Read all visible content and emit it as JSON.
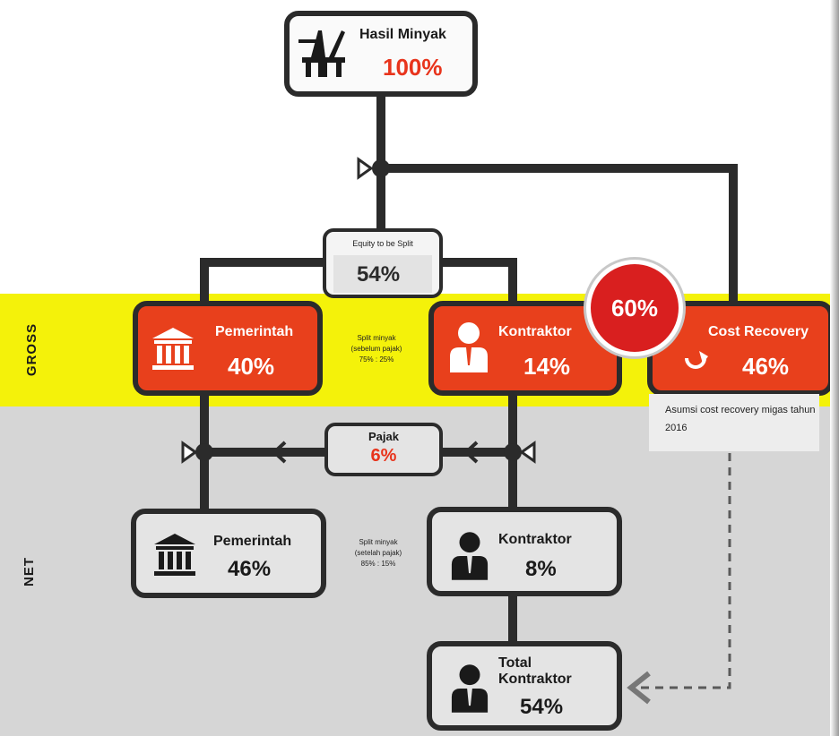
{
  "labels": {
    "gross": "GROSS",
    "net": "NET"
  },
  "hasil": {
    "title": "Hasil Minyak",
    "pct": "100%"
  },
  "equity": {
    "title": "Equity to be Split",
    "pct": "54%"
  },
  "gross": {
    "pemerintah": {
      "title": "Pemerintah",
      "pct": "40%"
    },
    "kontraktor": {
      "title": "Kontraktor",
      "pct": "14%"
    },
    "cost_recovery": {
      "title": "Cost Recovery",
      "pct": "46%"
    },
    "split_note": [
      "Split minyak",
      "(sebelum pajak)",
      "75% : 25%"
    ]
  },
  "badge": "60%",
  "note": "Asumsi cost recovery migas tahun 2016",
  "pajak": {
    "title": "Pajak",
    "pct": "6%"
  },
  "net": {
    "pemerintah": {
      "title": "Pemerintah",
      "pct": "46%"
    },
    "kontraktor": {
      "title": "Kontraktor",
      "pct": "8%"
    },
    "split_note": [
      "Split minyak",
      "(setelah pajak)",
      "85% : 15%"
    ]
  },
  "total": {
    "line1": "Total",
    "line2": "Kontraktor",
    "pct": "54%"
  },
  "colors": {
    "red": "#e8401c",
    "yellow": "#f4f20a",
    "gray": "#d6d6d6",
    "pipe": "#2b2b2b",
    "badge": "#d91f1f"
  }
}
